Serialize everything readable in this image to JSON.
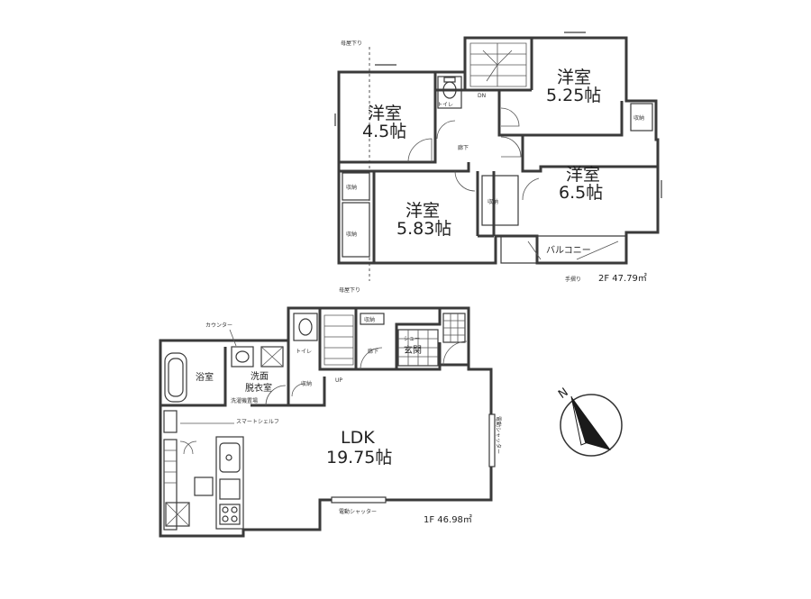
{
  "floors": {
    "second": {
      "area_label": "2F 47.79㎡",
      "rooms": {
        "western_a_name": "洋室",
        "western_a_size": "4.5帖",
        "western_b_name": "洋室",
        "western_b_size": "5.25帖",
        "western_c_name": "洋室",
        "western_c_size": "5.83帖",
        "western_d_name": "洋室",
        "western_d_size": "6.5帖",
        "balcony": "バルコニー",
        "toilet": "トイレ",
        "corridor": "廊下",
        "down": "DN"
      },
      "storage": "収納",
      "small_notes": {
        "eave_top": "母屋下り",
        "eave_bottom": "母屋下り",
        "handrail": "手摺り"
      }
    },
    "first": {
      "area_label": "1F 46.98㎡",
      "rooms": {
        "ldk_name": "LDK",
        "ldk_size": "19.75帖",
        "bath": "浴室",
        "washroom": "洗面\n脱衣室",
        "toilet": "トイレ",
        "corridor": "廊下",
        "entrance": "玄関",
        "up": "UP"
      },
      "storage": "収納",
      "small_notes": {
        "counter": "カウンター",
        "smart_shelf": "スマートシェルフ",
        "shutter_side": "電動シャッター",
        "shutter_bottom": "電動シャッター",
        "shoes": "シュー",
        "washer": "洗濯機置場"
      }
    }
  },
  "compass": {
    "label": "N"
  }
}
